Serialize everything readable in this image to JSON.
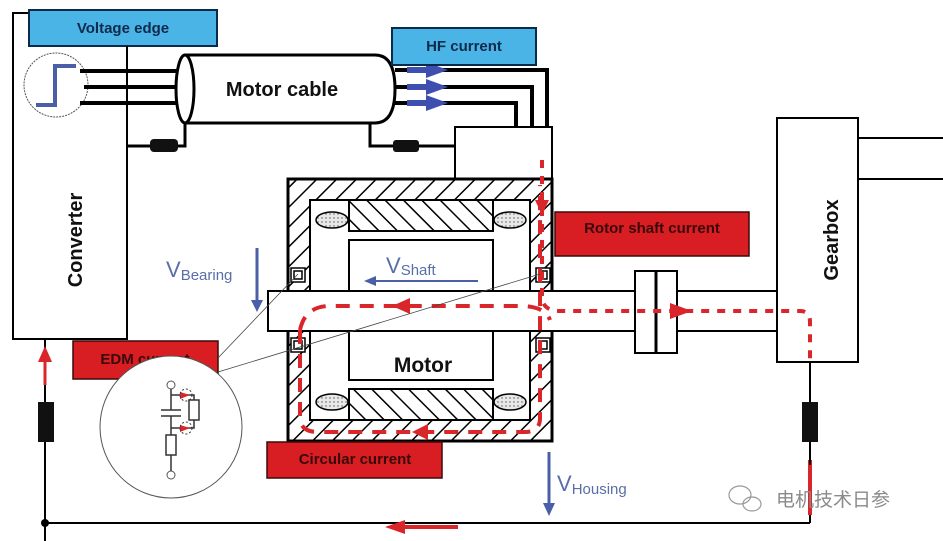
{
  "title": "Bearing current paths in a converter-fed motor drive",
  "colors": {
    "blue_label": "#4ab4e6",
    "red_label": "#d81e22",
    "voltage_arrow": "#4a5fa8",
    "current_path": "#d8262b",
    "wire": "#000000"
  },
  "labels": {
    "voltage_edge": "Voltage edge",
    "hf_current": "HF current",
    "motor_cable": "Motor cable",
    "converter": "Converter",
    "rotor_shaft_current": "Rotor shaft current",
    "edm_current": "EDM current",
    "circular_current": "Circular current",
    "motor": "Motor",
    "gearbox": "Gearbox"
  },
  "voltages": {
    "bearing": {
      "main": "V",
      "sub": "Bearing"
    },
    "shaft": {
      "main": "V",
      "sub": "Shaft"
    },
    "housing": {
      "main": "V",
      "sub": "Housing"
    }
  },
  "icons": [
    "step-voltage-icon",
    "hf-current-arrow-icon",
    "ferrite-choke-icon",
    "bearing-icon",
    "equivalent-circuit-icon",
    "wechat-icon"
  ],
  "watermark": "电机技术日参"
}
